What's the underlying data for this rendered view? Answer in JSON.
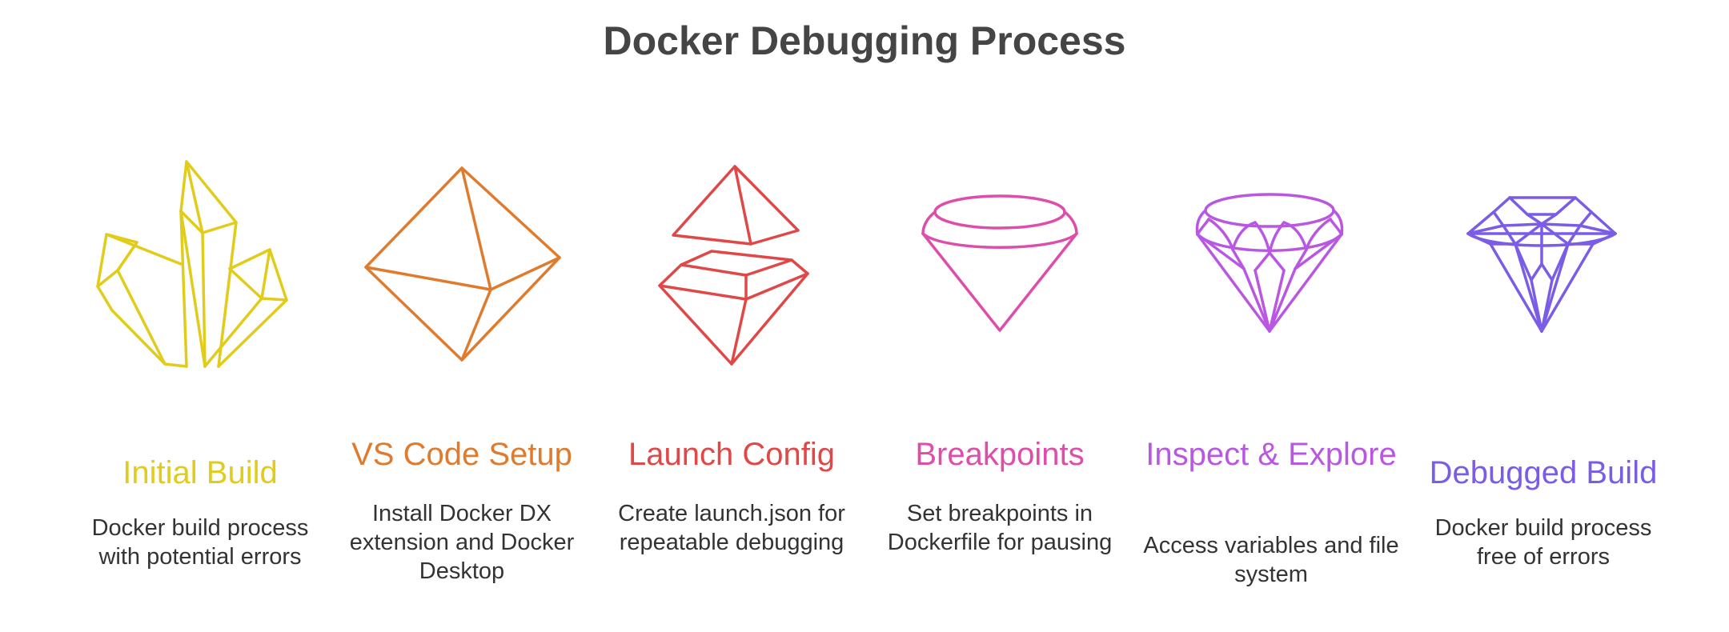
{
  "title": "Docker Debugging Process",
  "stages": [
    {
      "title": "Initial Build",
      "description": "Docker build process with potential errors",
      "color": "#E2CC1B",
      "icon": "crystal-cluster-icon"
    },
    {
      "title": "VS Code Setup",
      "description": "Install Docker DX extension and Docker Desktop",
      "color": "#E07B2E",
      "icon": "octahedron-icon"
    },
    {
      "title": "Launch Config",
      "description": "Create launch.json for repeatable debugging",
      "color": "#E04848",
      "icon": "split-gem-icon"
    },
    {
      "title": "Breakpoints",
      "description": "Set breakpoints in Dockerfile for pausing",
      "color": "#DE4DAA",
      "icon": "rough-gem-icon"
    },
    {
      "title": "Inspect & Explore",
      "description": "Access variables and file system",
      "color": "#B957E3",
      "icon": "faceted-gem-icon"
    },
    {
      "title": "Debugged Build",
      "description": "Docker build process free of errors",
      "color": "#7B5CE6",
      "icon": "brilliant-diamond-icon"
    }
  ]
}
